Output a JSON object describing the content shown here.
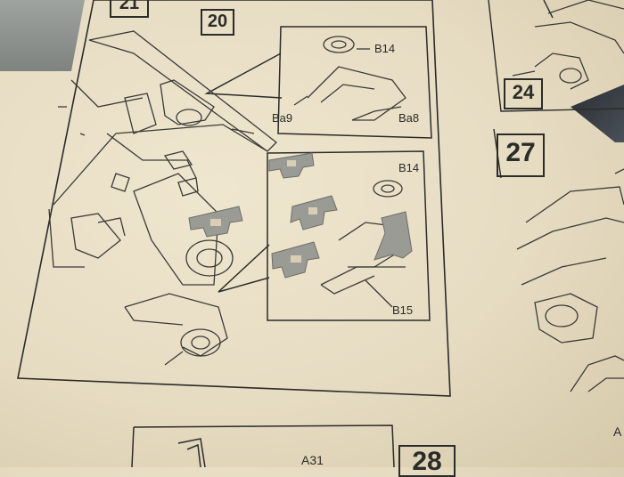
{
  "steps": {
    "step_21": "21",
    "step_20": "20",
    "step_24": "24",
    "step_27": "27",
    "step_next": "28"
  },
  "part_labels": {
    "b14_top": "B14",
    "ba9": "Ba9",
    "ba8": "Ba8",
    "b14_lower": "B14",
    "b15": "B15",
    "a31": "A31",
    "a_right": "A"
  },
  "colors": {
    "paper": "#e9dfc6",
    "ink": "#2b2b28",
    "plastic": "#9a9a94"
  }
}
